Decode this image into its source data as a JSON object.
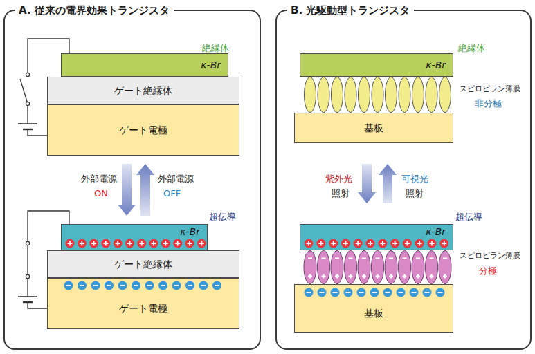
{
  "diagram": {
    "nodes": [
      {
        "text": [
          "A. 従来の電界効果トランジスタ"
        ]
      },
      {
        "text": [
          "κ-Br"
        ],
        "in": 0
      },
      {
        "text": [
          "ゲート絶縁体"
        ],
        "in": 0
      },
      {
        "text": [
          "ゲート電極"
        ],
        "in": 0
      },
      {
        "text": [
          "κ-Br"
        ],
        "in": 0
      },
      {
        "text": [
          "ゲート絶縁体"
        ],
        "in": 0
      },
      {
        "text": [
          "ゲート電極"
        ],
        "in": 0
      },
      {
        "text": [
          "B. 光駆動型トランジスタ"
        ]
      },
      {
        "text": [
          "κ-Br"
        ],
        "in": 7
      },
      {
        "text": [
          "基板"
        ],
        "in": 7
      },
      {
        "text": [
          "κ-Br"
        ],
        "in": 7
      },
      {
        "text": [
          "基板"
        ],
        "in": 7
      }
    ],
    "edges": [
      {
        "from": 3,
        "to": 4,
        "arrow": "to"
      },
      {
        "from": 4,
        "to": 3,
        "arrow": "to"
      },
      {
        "from": 9,
        "to": 10,
        "arrow": "to"
      },
      {
        "from": 10,
        "to": 9,
        "arrow": "to"
      }
    ],
    "labels": [
      "絶縁体",
      "超伝導",
      "外部電源",
      "ON",
      "外部電源",
      "OFF",
      "絶縁体",
      "スピロピラン薄膜",
      "非分極",
      "紫外光",
      "照射",
      "可視光",
      "照射",
      "超伝導",
      "スピロピラン薄膜",
      "分極"
    ]
  }
}
